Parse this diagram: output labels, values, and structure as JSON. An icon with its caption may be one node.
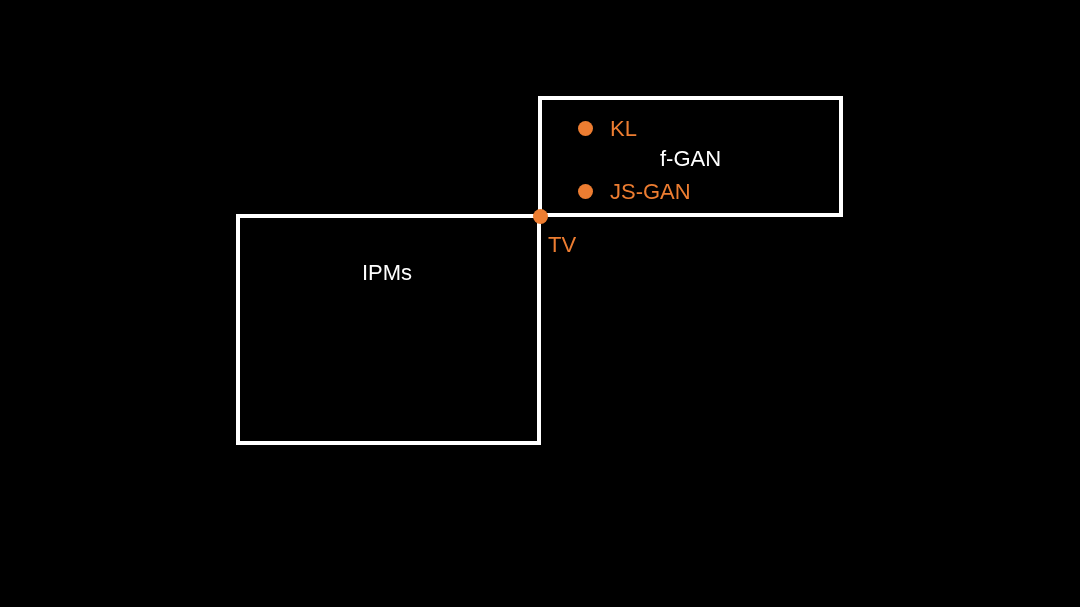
{
  "diagram": {
    "nodes": [
      {
        "text": [
          "f-GAN"
        ]
      },
      {
        "text": [],
        "shape": "circle",
        "beside": [
          "KL"
        ],
        "in": 0
      },
      {
        "text": [],
        "shape": "circle",
        "beside": [
          "JS-GAN"
        ],
        "in": 0
      },
      {
        "text": [
          "IPMs"
        ]
      },
      {
        "text": [],
        "shape": "circle",
        "beside": [
          "TV"
        ]
      }
    ],
    "edges": []
  }
}
